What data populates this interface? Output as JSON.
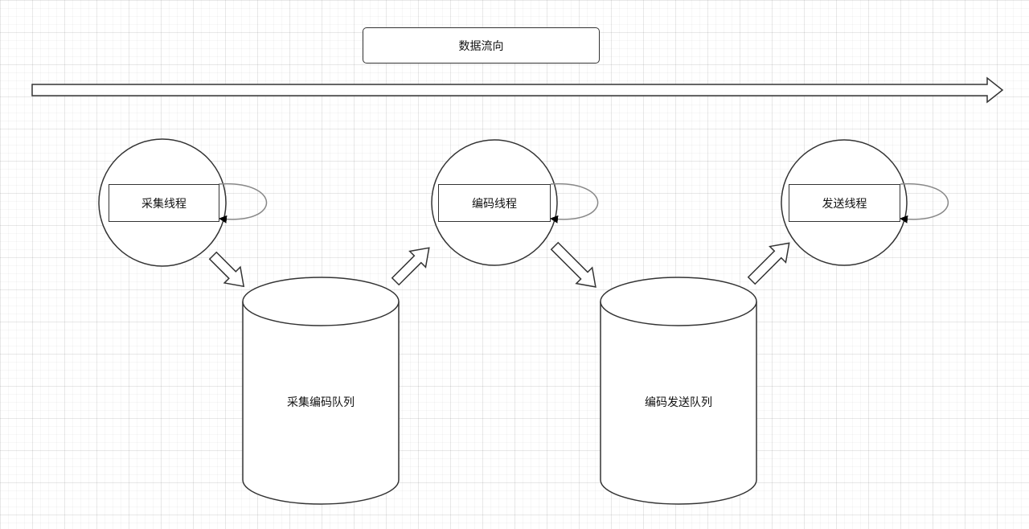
{
  "title": "数据流向",
  "threads": {
    "capture": "采集线程",
    "encode": "编码线程",
    "send": "发送线程"
  },
  "queues": {
    "capture_encode": "采集编码队列",
    "encode_send": "编码发送队列"
  },
  "colors": {
    "stroke": "#333333",
    "loop_stroke": "#888888",
    "fill": "#ffffff"
  }
}
